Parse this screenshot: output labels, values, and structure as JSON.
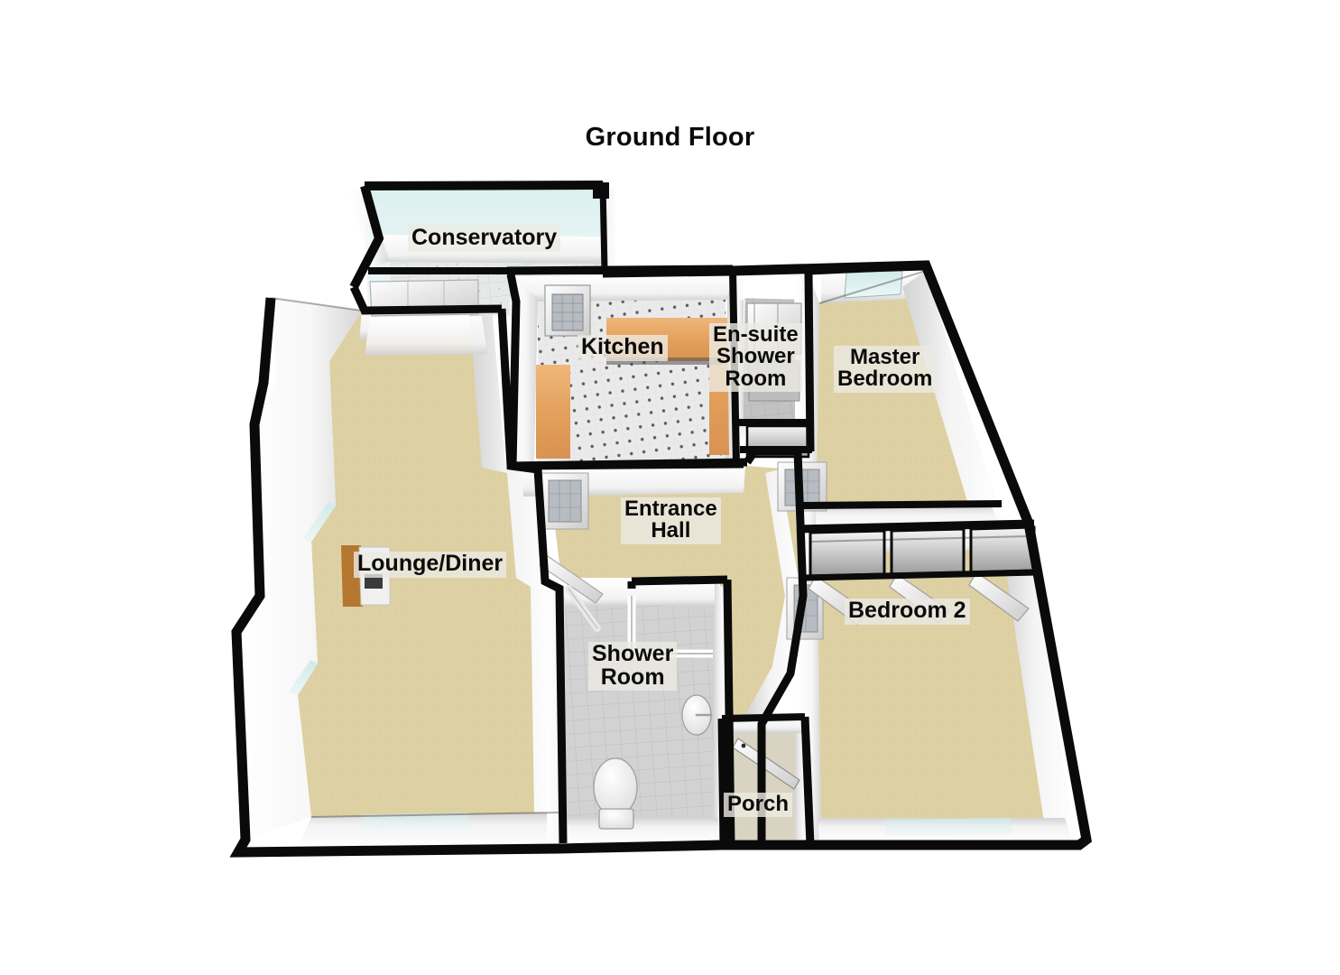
{
  "document": {
    "type": "floorplan",
    "title": "Ground Floor",
    "background_color": "#ffffff",
    "projection": "3d-isometric-cutaway"
  },
  "rooms": [
    {
      "id": "conservatory",
      "label": "Conservatory",
      "floor_material": "tile",
      "floor_color": "#e3e6e4",
      "wall_type": "glazed",
      "tint_color": "#d9efef"
    },
    {
      "id": "kitchen",
      "label": "Kitchen",
      "floor_material": "tile-dotted",
      "floor_color": "#e9e9ea",
      "counter_color": "#e8a863"
    },
    {
      "id": "ensuite-shower-room",
      "label": "En-suite\nShower\nRoom",
      "floor_material": "tile",
      "floor_color": "#bcbcbc"
    },
    {
      "id": "master-bedroom",
      "label": "Master\nBedroom",
      "floor_material": "carpet",
      "floor_color": "#ddd0a3"
    },
    {
      "id": "lounge-diner",
      "label": "Lounge/Diner",
      "floor_material": "carpet",
      "floor_color": "#ddd0a3"
    },
    {
      "id": "entrance-hall",
      "label": "Entrance\nHall",
      "floor_material": "carpet",
      "floor_color": "#ddd0a3"
    },
    {
      "id": "bedroom-2",
      "label": "Bedroom 2",
      "floor_material": "carpet",
      "floor_color": "#ddd0a3"
    },
    {
      "id": "shower-room",
      "label": "Shower\nRoom",
      "floor_material": "tile",
      "floor_color": "#cfcfcf"
    },
    {
      "id": "porch",
      "label": "Porch",
      "floor_material": "tile",
      "floor_color": "#d5d2c6"
    }
  ],
  "fixtures": [
    {
      "id": "kitchen-counter-north",
      "type": "counter"
    },
    {
      "id": "kitchen-counter-west",
      "type": "counter"
    },
    {
      "id": "kitchen-counter-east",
      "type": "counter"
    },
    {
      "id": "bedroom2-wardrobes",
      "type": "built-in-wardrobe",
      "count": 3
    },
    {
      "id": "shower-room-toilet",
      "type": "toilet"
    },
    {
      "id": "shower-room-basin",
      "type": "wash-basin"
    },
    {
      "id": "shower-room-enclosure",
      "type": "shower-enclosure"
    },
    {
      "id": "ensuite-shower-tray",
      "type": "shower-tray"
    },
    {
      "id": "lounge-fireplace",
      "type": "fireplace"
    }
  ],
  "palette": {
    "wall_outline": "#0a0a0a",
    "wall_face": "#ffffff",
    "wall_shade": "#d8d8d8",
    "carpet": "#ddd0a3",
    "carpet_dark": "#cdbf8e",
    "tile_grey": "#cfcfcf",
    "tile_light": "#e9e9ea",
    "glass_tint": "#d7eded",
    "wood": "#e0a261",
    "label_bg": "#eceae2",
    "text": "#0b0b0b"
  }
}
